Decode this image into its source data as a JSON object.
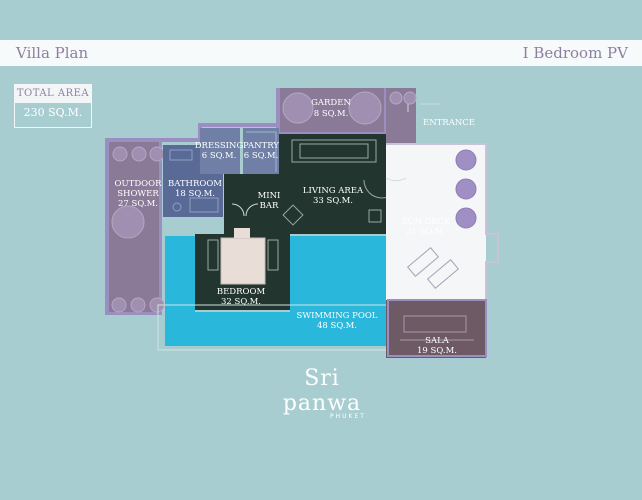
{
  "header": {
    "title": "Villa Plan",
    "type": "I Bedroom PV"
  },
  "total_area": {
    "label": "TOTAL AREA",
    "value": "230  SQ.M."
  },
  "rooms": {
    "garden": {
      "name": "GARDEN",
      "area": "8 SQ.M."
    },
    "entrance": {
      "name": "ENTRANCE"
    },
    "dressing": {
      "name": "DRESSING",
      "area": "6 SQ.M."
    },
    "pantry": {
      "name": "PANTRY",
      "area": "6 SQ.M."
    },
    "outdoor_shower": {
      "name1": "OUTDOOR",
      "name2": "SHOWER",
      "area": "27 SQ.M."
    },
    "bathroom": {
      "name": "BATHROOM",
      "area": "18 SQ.M."
    },
    "minibar": {
      "name1": "MINI",
      "name2": "BAR"
    },
    "living": {
      "name": "LIVING AREA",
      "area": "33 SQ.M."
    },
    "sundeck": {
      "name": "SUN DECK",
      "area": "21 SQ.M."
    },
    "bedroom": {
      "name": "BEDROOM",
      "area": "32 SQ.M."
    },
    "pool": {
      "name": "SWIMMING POOL",
      "area": "48 SQ.M."
    },
    "sala": {
      "name": "SALA",
      "area": "19 SQ.M."
    }
  },
  "logo": {
    "brand": "Sri panwa",
    "city": "PHUKET"
  },
  "colors": {
    "background": "#a7cdd0",
    "wall": "#9a8fc0",
    "garden": "#8a7a98",
    "bath": "#5a6a96",
    "dark_room": "#22362f",
    "pool": "#29b8dc",
    "sundeck": "#f5f6f7",
    "sala": "#6e5a64"
  }
}
